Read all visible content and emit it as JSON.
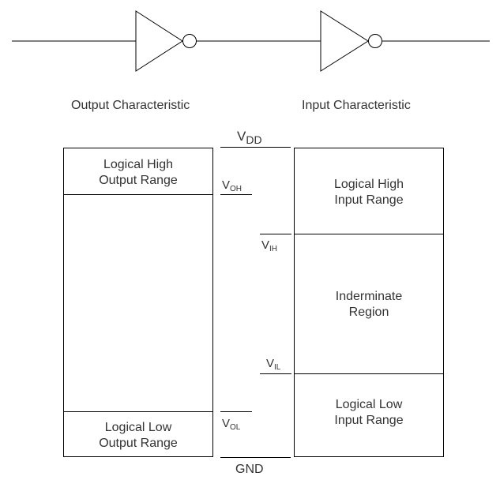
{
  "chain": {
    "gates": [
      "inverter",
      "inverter"
    ]
  },
  "headers": {
    "output": "Output Characteristic",
    "input": "Input Characteristic"
  },
  "rails": {
    "vdd_main": "V",
    "vdd_sub": "DD",
    "gnd": "GND"
  },
  "output_column": {
    "high_line1": "Logical  High",
    "high_line2": "Output Range",
    "low_line1": "Logical  Low",
    "low_line2": "Output Range"
  },
  "input_column": {
    "high_line1": "Logical  High",
    "high_line2": "Input Range",
    "mid_line1": "Inderminate",
    "mid_line2": "Region",
    "low_line1": "Logical  Low",
    "low_line2": "Input Range"
  },
  "levels": {
    "voh_main": "V",
    "voh_sub": "OH",
    "vol_main": "V",
    "vol_sub": "OL",
    "vih_main": "V",
    "vih_sub": "IH",
    "vil_main": "V",
    "vil_sub": "IL"
  }
}
